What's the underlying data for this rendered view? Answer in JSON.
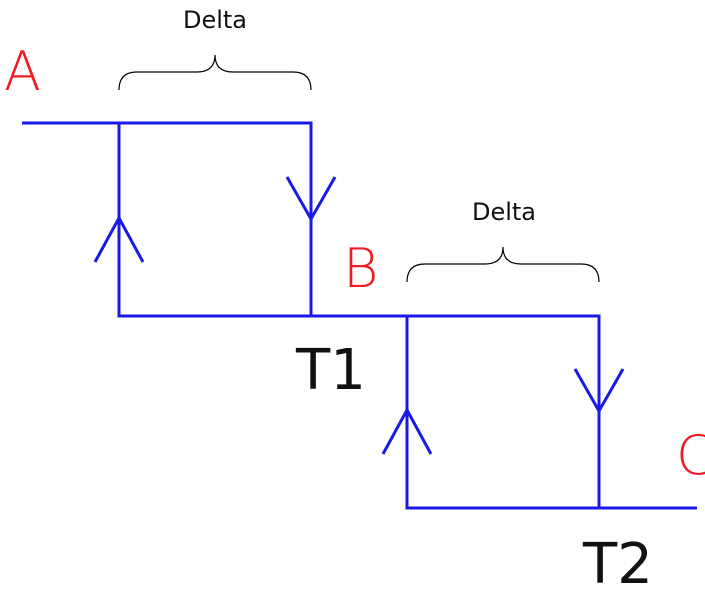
{
  "labels": {
    "point_a": "A",
    "point_b": "B",
    "point_c": "C",
    "time_1": "T1",
    "time_2": "T2",
    "delta_1": "Delta",
    "delta_2": "Delta"
  },
  "colors": {
    "line": "#1a1ae6",
    "point_label": "#ee1c24",
    "text": "#111111",
    "brace": "#000000"
  }
}
